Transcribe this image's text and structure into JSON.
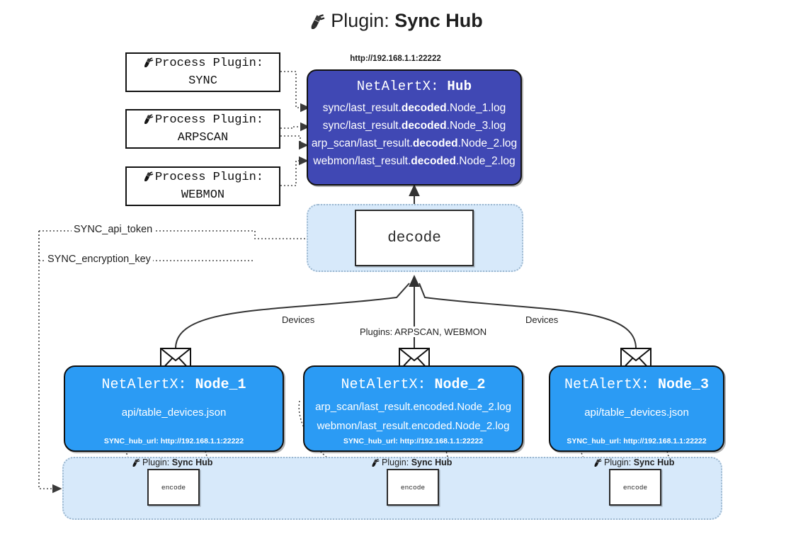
{
  "title": {
    "icon": "plug-icon",
    "prefix": "Plugin:",
    "name": "Sync Hub"
  },
  "hub": {
    "url_label": "http://192.168.1.1:22222",
    "title_prefix": "NetAlertX:",
    "title_name": "Hub",
    "logs": [
      {
        "pre": "sync/last_result.",
        "mid": "decoded",
        "post": ".Node_1.log"
      },
      {
        "pre": "sync/last_result.",
        "mid": "decoded",
        "post": ".Node_3.log"
      },
      {
        "pre": "arp_scan/last_result.",
        "mid": "decoded",
        "post": ".Node_2.log"
      },
      {
        "pre": "webmon/last_result.",
        "mid": "decoded",
        "post": ".Node_2.log"
      }
    ]
  },
  "process_plugins": [
    {
      "icon": "plug-icon",
      "line1": "Process Plugin:",
      "line2": "SYNC"
    },
    {
      "icon": "plug-icon",
      "line1": "Process Plugin:",
      "line2": "ARPSCAN"
    },
    {
      "icon": "plug-icon",
      "line1": "Process Plugin:",
      "line2": "WEBMON"
    }
  ],
  "decode": {
    "label": "decode"
  },
  "settings": {
    "api_token": "SYNC_api_token",
    "encryption_key": "SYNC_encryption_key"
  },
  "edge_labels": {
    "devices_left": "Devices",
    "devices_right": "Devices",
    "plugins_center": "Plugins: ARPSCAN, WEBMON"
  },
  "nodes": [
    {
      "icon": "envelope-icon",
      "title_prefix": "NetAlertX:",
      "title_name": "Node_1",
      "lines": [
        "api/table_devices.json"
      ],
      "footer": "SYNC_hub_url: http://192.168.1.1:22222"
    },
    {
      "icon": "envelope-icon",
      "title_prefix": "NetAlertX:",
      "title_name": "Node_2",
      "lines": [
        "arp_scan/last_result.encoded.Node_2.log",
        "webmon/last_result.encoded.Node_2.log"
      ],
      "footer": "SYNC_hub_url: http://192.168.1.1:22222"
    },
    {
      "icon": "envelope-icon",
      "title_prefix": "NetAlertX:",
      "title_name": "Node_3",
      "lines": [
        "api/table_devices.json"
      ],
      "footer": "SYNC_hub_url: http://192.168.1.1:22222"
    }
  ],
  "encoders": [
    {
      "icon": "plug-icon",
      "caption_prefix": "Plugin:",
      "caption_name": "Sync Hub",
      "label": "encode"
    },
    {
      "icon": "plug-icon",
      "caption_prefix": "Plugin:",
      "caption_name": "Sync Hub",
      "label": "encode"
    },
    {
      "icon": "plug-icon",
      "caption_prefix": "Plugin:",
      "caption_name": "Sync Hub",
      "label": "encode"
    }
  ],
  "colors": {
    "hub_fill": "#4048b4",
    "node_fill": "#2b9bf4",
    "panel_fill": "#d7e9fa",
    "panel_border": "#9cb7cf",
    "stroke": "#333333"
  }
}
